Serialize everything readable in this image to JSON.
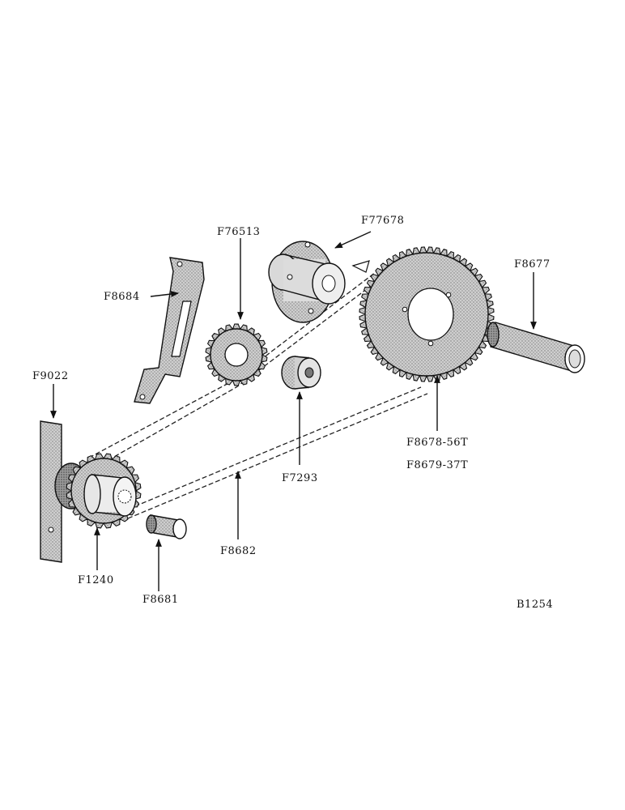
{
  "diagram": {
    "figure_code": "B1254",
    "parts": {
      "bracket": "F8684",
      "small_sprocket": "F76513",
      "hub": "F77678",
      "large_sprocket_a": "F8678-56T",
      "large_sprocket_b": "F8679-37T",
      "tube": "F8677",
      "plate": "F9022",
      "drive_sprocket": "F1240",
      "bushing": "F8681",
      "chain": "F8682",
      "idler_bearing": "F7293"
    }
  }
}
